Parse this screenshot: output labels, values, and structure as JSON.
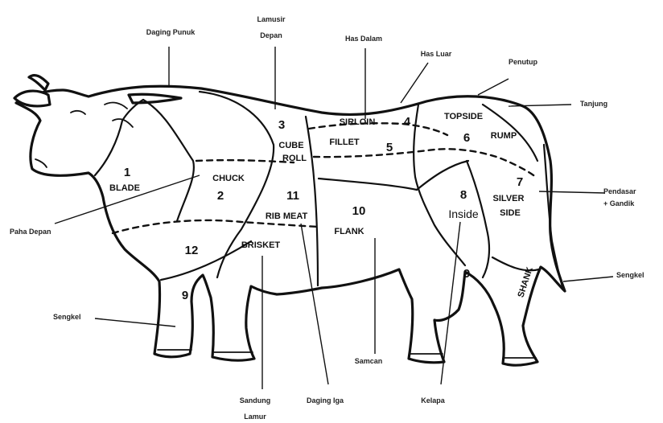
{
  "cuts": {
    "blade": {
      "number": "1",
      "name": "BLADE"
    },
    "chuck": {
      "number": "2",
      "name": "CHUCK"
    },
    "cube_roll": {
      "number": "3",
      "name_line1": "CUBE",
      "name_line2": "ROLL"
    },
    "sirloin": {
      "number": "4",
      "name": "SIRLOIN"
    },
    "fillet": {
      "number": "5",
      "name": "FILLET"
    },
    "rump": {
      "number": "6",
      "name": "RUMP"
    },
    "topside": {
      "name": "TOPSIDE"
    },
    "silverside": {
      "number": "7",
      "name_line1": "SILVER",
      "name_line2": "SIDE"
    },
    "inside": {
      "number": "8",
      "name": "Inside"
    },
    "shin_front": {
      "number": "9"
    },
    "shin_back": {
      "number": "9"
    },
    "shank": {
      "name": "SHANK"
    },
    "flank": {
      "number": "10",
      "name": "FLANK"
    },
    "rib_meat": {
      "number": "11",
      "name": "RIB MEAT"
    },
    "brisket": {
      "number": "12",
      "name": "BRISKET"
    }
  },
  "callouts": {
    "daging_punuk": "Daging Punuk",
    "lamusir_depan_1": "Lamusir",
    "lamusir_depan_2": "Depan",
    "has_dalam": "Has Dalam",
    "has_luar": "Has Luar",
    "penutup": "Penutup",
    "tanjung": "Tanjung",
    "pendasar_1": "Pendasar",
    "pendasar_2": "+ Gandik",
    "sengkel_right": "Sengkel",
    "paha_depan": "Paha Depan",
    "sengkel_left": "Sengkel",
    "samcan": "Samcan",
    "sandung_lamur_1": "Sandung",
    "sandung_lamur_2": "Lamur",
    "daging_iga": "Daging Iga",
    "kelapa": "Kelapa"
  }
}
